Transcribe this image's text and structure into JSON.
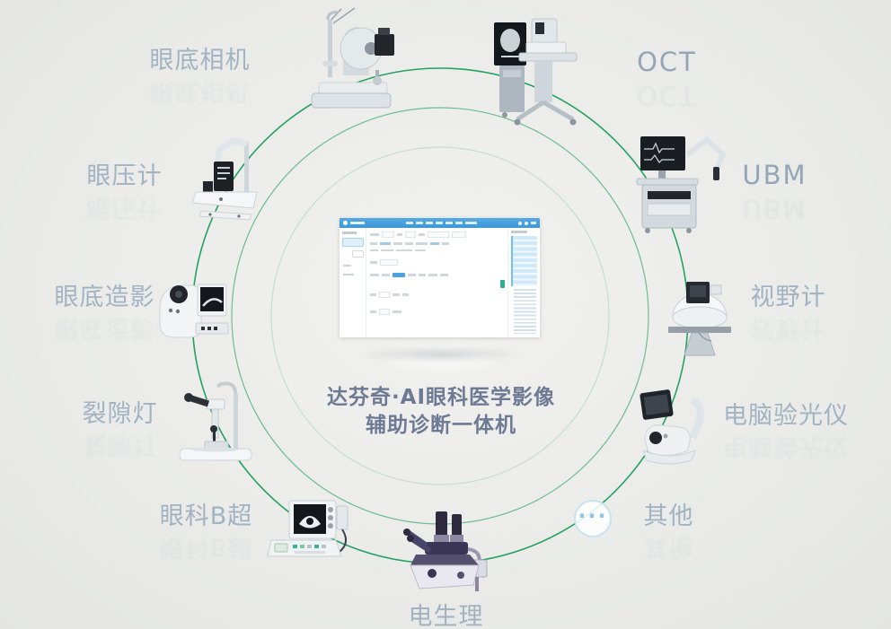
{
  "diagram": {
    "center": {
      "title_line1": "达芬奇·AI眼科医学影像",
      "title_line2": "辅助诊断一体机"
    },
    "others_dots": "···",
    "nodes": [
      {
        "id": "fundus-camera",
        "label": "眼底相机"
      },
      {
        "id": "oct",
        "label": "OCT"
      },
      {
        "id": "ubm",
        "label": "UBM"
      },
      {
        "id": "perimeter",
        "label": "视野计"
      },
      {
        "id": "auto-refractometer",
        "label": "电脑验光仪"
      },
      {
        "id": "others",
        "label": "其他"
      },
      {
        "id": "electrophysiology",
        "label": "电生理"
      },
      {
        "id": "ophthalmic-b-scan",
        "label": "眼科B超"
      },
      {
        "id": "slit-lamp",
        "label": "裂隙灯"
      },
      {
        "id": "fundus-angiography",
        "label": "眼底造影"
      },
      {
        "id": "tonometer",
        "label": "眼压计"
      }
    ],
    "colors": {
      "ring_outer": "#23a163",
      "ring_middle": "#5eb68a",
      "ring_inner": "#bed9c8",
      "label_text": "#a2b2c1",
      "title_text": "#6e7a94",
      "screen_header_blue": "#459fdd",
      "accent_teal": "#2fae8f"
    }
  }
}
